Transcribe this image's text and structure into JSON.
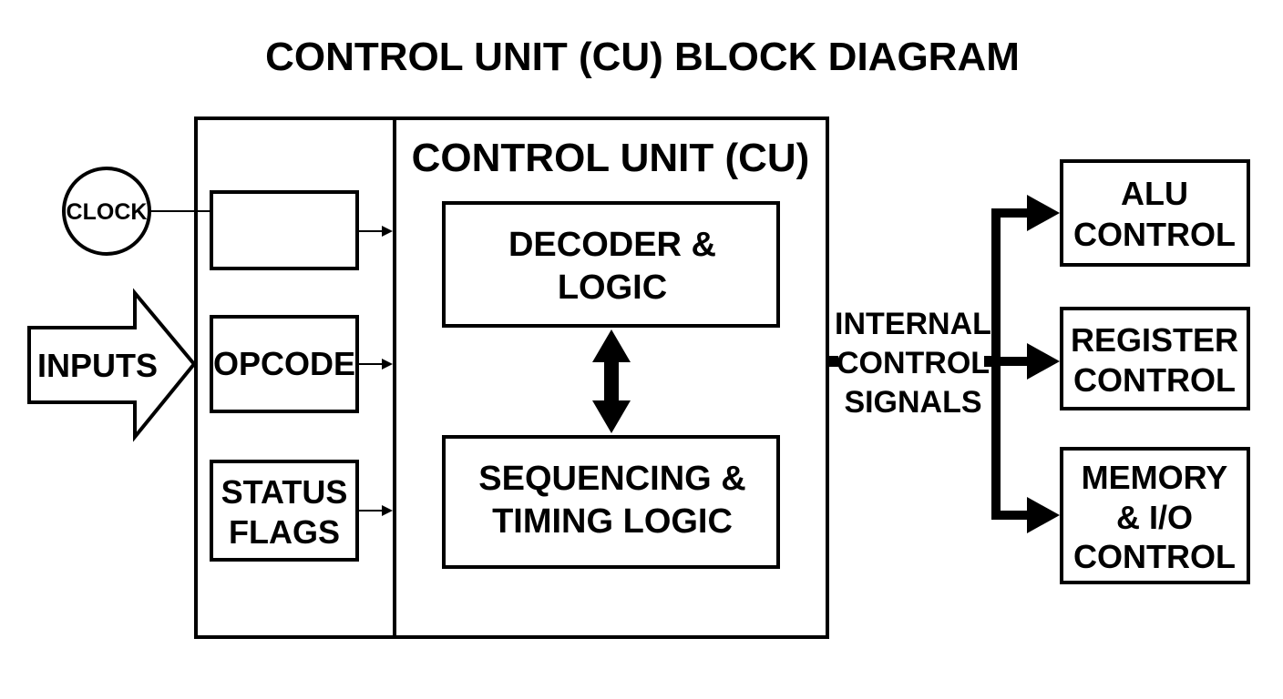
{
  "title": "CONTROL UNIT (CU) BLOCK DIAGRAM",
  "colors": {
    "ink": "#000000",
    "paper": "#ffffff"
  },
  "inputs": {
    "clock": "CLOCK",
    "inputs": "INPUTS",
    "register_top": "",
    "opcode": "OPCODE",
    "status_flags": [
      "STATUS",
      "FLAGS"
    ]
  },
  "control_unit": {
    "label": "CONTROL UNIT (CU)",
    "decoder": [
      "DECODER &",
      "LOGIC"
    ],
    "sequencer": [
      "SEQUENCING &",
      "TIMING LOGIC"
    ]
  },
  "signals": [
    "INTERNAL",
    "CONTROL",
    "SIGNALS"
  ],
  "outputs": {
    "alu": [
      "ALU",
      "CONTROL"
    ],
    "register": [
      "REGISTER",
      "CONTROL"
    ],
    "memory": [
      "MEMORY",
      "& I/O",
      "CONTROL"
    ]
  }
}
